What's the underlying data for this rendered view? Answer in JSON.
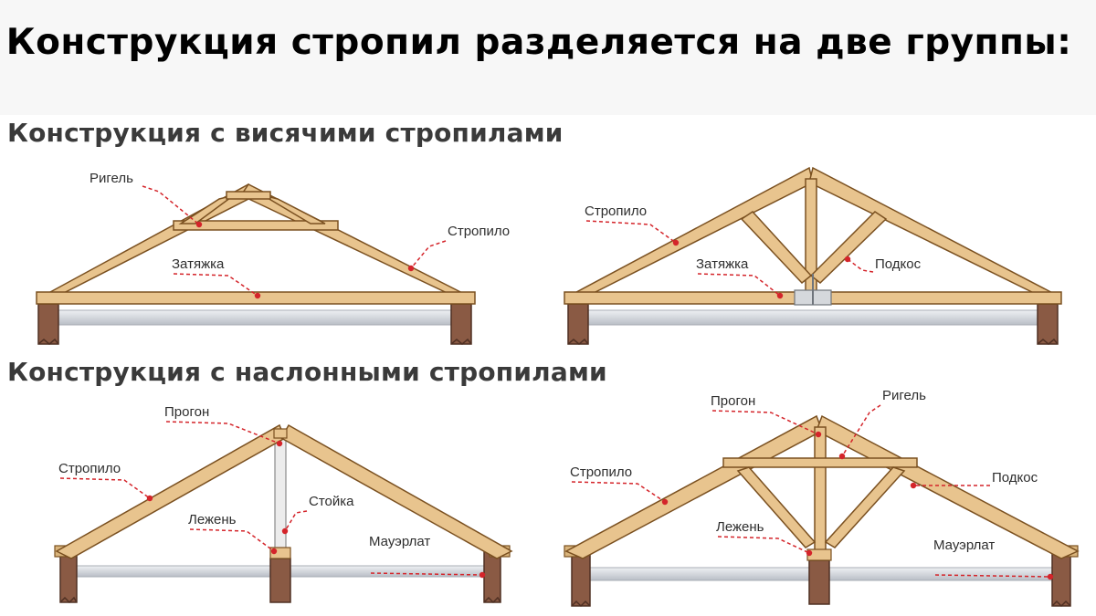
{
  "title": "Конструкция стропил разделяется на две группы:",
  "sections": [
    {
      "title": "Конструкция с висячими стропилами",
      "diagrams": [
        {
          "labels": [
            "Ригель",
            "Стропило",
            "Затяжка"
          ]
        },
        {
          "labels": [
            "Стропило",
            "Затяжка",
            "Подкос"
          ]
        }
      ]
    },
    {
      "title": "Конструкция с наслонными стропилами",
      "diagrams": [
        {
          "labels": [
            "Прогон",
            "Стропило",
            "Стойка",
            "Лежень",
            "Мауэрлат"
          ]
        },
        {
          "labels": [
            "Прогон",
            "Ригель",
            "Стропило",
            "Подкос",
            "Лежень",
            "Мауэрлат"
          ]
        }
      ]
    }
  ],
  "colors": {
    "wood_fill": "#e8c48e",
    "wood_stroke": "#7a5020",
    "brick": "#8a5a44",
    "ceiling": "#c8ccd2",
    "leader_line": "#d4242a",
    "title_band": "#f7f7f7"
  }
}
